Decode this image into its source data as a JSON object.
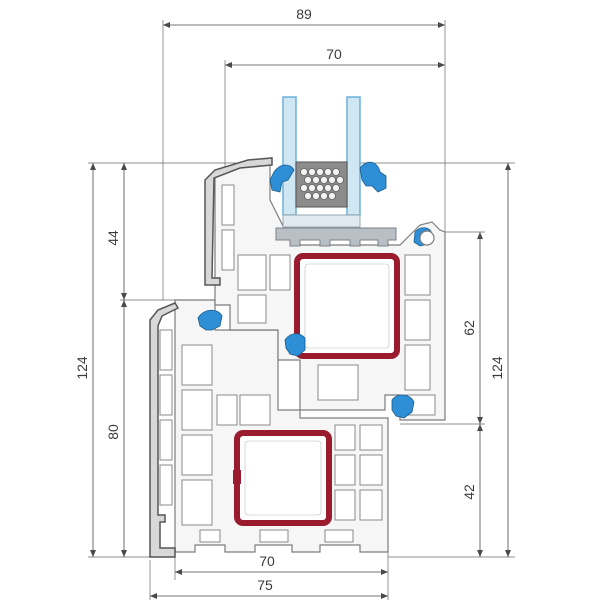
{
  "colors": {
    "reinforcement": "#9b1b2e",
    "gasket": "#2f8fd6",
    "glass": "#cfe6f3",
    "profile": "#f6f6f6",
    "outline": "#7d7d7d",
    "aluminium_cover": "#d8d8d8"
  },
  "dimensions": {
    "top_overall": "89",
    "top_glazing": "70",
    "left_total": "124",
    "left_upper": "44",
    "left_lower": "80",
    "right_total": "124",
    "right_upper": "62",
    "right_lower": "42",
    "bottom_frame": "70",
    "bottom_overall": "75"
  },
  "icons": {
    "glass_pane": "double-glazing",
    "spacer": "desiccant-spacer",
    "gasket": "seal-gasket",
    "reinforcement": "steel-reinforcement"
  }
}
